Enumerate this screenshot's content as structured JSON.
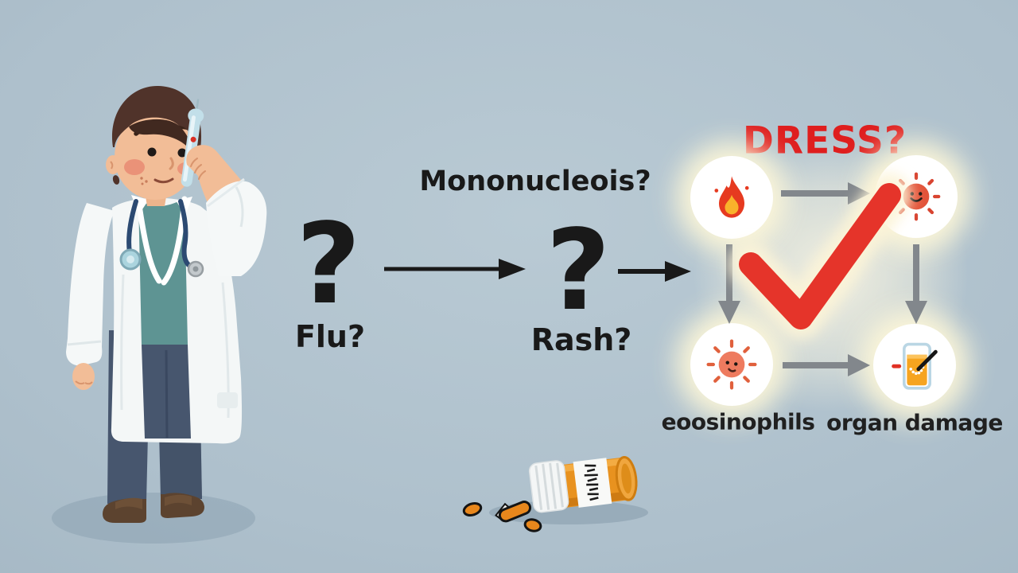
{
  "texts": {
    "question_mark_1": "?",
    "flu": "Flu?",
    "mono": "Mononucleois?",
    "question_mark_2": "?",
    "rash": "Rash?",
    "dress": "DRESS?",
    "eosinophils": "eoosinophils",
    "organ_damage": "organ damage"
  },
  "colors": {
    "background": "#aec0cc",
    "ink": "#191919",
    "dress_red": "#df1e1e",
    "check_red": "#e5342a",
    "arrow_gray": "#82878c",
    "glow_cream": "#fbf6e1",
    "flame_red": "#e63a20",
    "flame_yellow": "#f9b22b",
    "sun_smiling": "#e2543a",
    "sun_worried": "#ee7b5f",
    "liquid_orange": "#f6a41f",
    "bottle_orange": "#e8921f"
  },
  "icons": {
    "flame-icon": "fever flame in glowing circle",
    "sun-smiling-icon": "smiling red sun with rays",
    "sun-worried-icon": "worried salmon sun with rays",
    "lab-glass-icon": "glass of orange fluid with stir rod and red dash",
    "checkmark-icon": "large glowing red check mark",
    "thermometer-icon": "thermometer held to doctor's head",
    "stethoscope-icon": "stethoscope around doctor's neck",
    "pill-bottle-icon": "tipped orange pill bottle with spilled pills",
    "arrow-right-icon": "rightward flow arrow",
    "arrow-down-icon": "downward flow arrow"
  }
}
